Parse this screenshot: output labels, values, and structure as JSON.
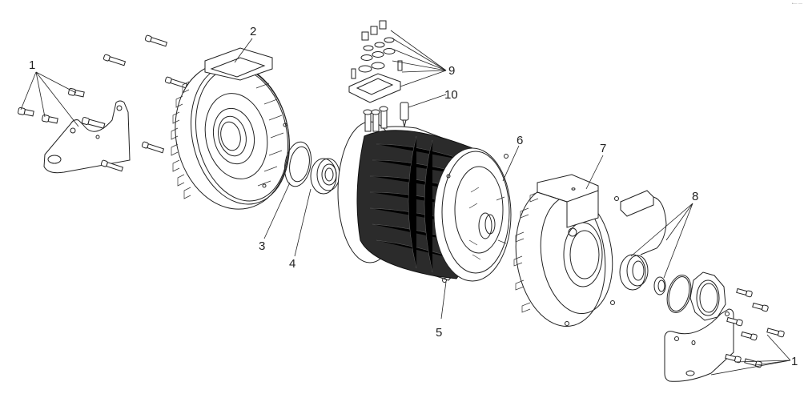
{
  "figure": {
    "type": "exploded-assembly-drawing",
    "watermark_text": "•— —"
  },
  "callouts": [
    {
      "id": "1",
      "label": "1"
    },
    {
      "id": "2",
      "label": "2"
    },
    {
      "id": "3",
      "label": "3"
    },
    {
      "id": "4",
      "label": "4"
    },
    {
      "id": "5",
      "label": "5"
    },
    {
      "id": "6",
      "label": "6"
    },
    {
      "id": "7",
      "label": "7"
    },
    {
      "id": "8",
      "label": "8"
    },
    {
      "id": "9",
      "label": "9"
    },
    {
      "id": "10",
      "label": "10"
    },
    {
      "id": "1b",
      "label": "1"
    }
  ],
  "parts": [
    "left-mounting-bracket",
    "bracket-bolts",
    "front-end-housing",
    "housing-bolts",
    "gasket-ring",
    "bearing",
    "motor-stator-body",
    "rotor-shaft",
    "rear-end-housing",
    "junction-box",
    "sensor-connector",
    "rear-bearing",
    "seal-ring",
    "o-ring",
    "rear-cover-plate",
    "right-mounting-bracket",
    "terminal-block",
    "terminal-bolts-and-washers",
    "temperature-sensor"
  ]
}
